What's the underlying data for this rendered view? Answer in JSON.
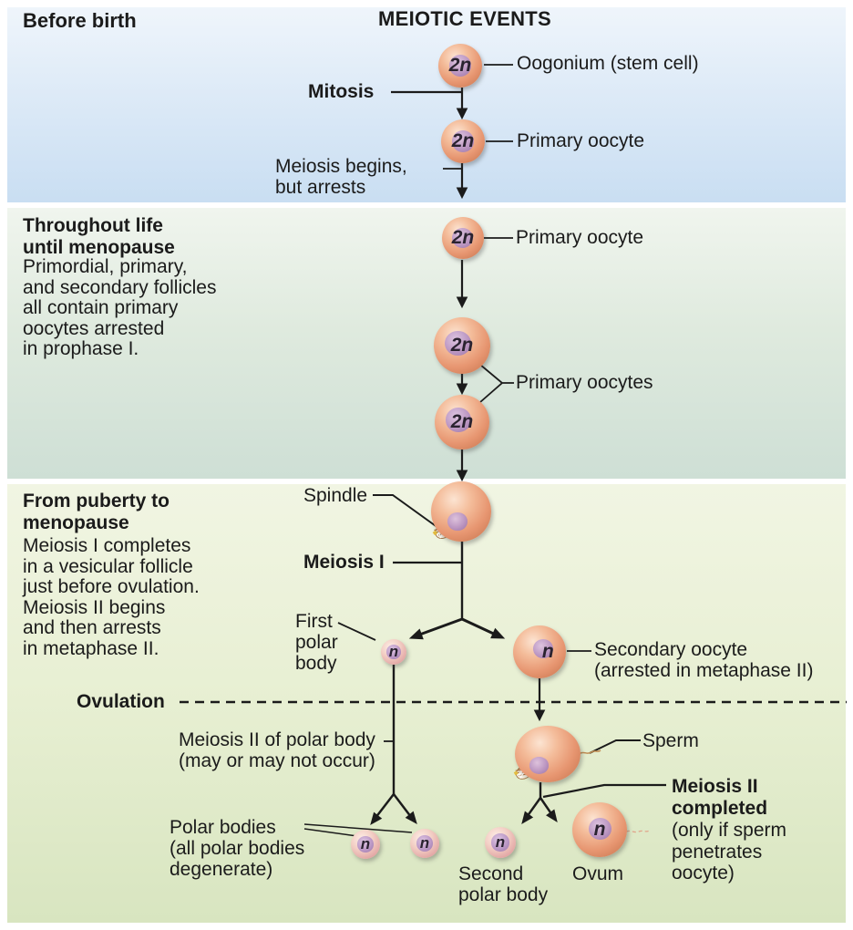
{
  "page": {
    "title": "MEIOTIC EVENTS"
  },
  "sections": {
    "before_birth": {
      "heading": "Before birth"
    },
    "throughout_life": {
      "heading": "Throughout life\nuntil menopause",
      "body": "Primordial, primary,\nand secondary follicles\nall contain primary\noocytes arrested\nin prophase I."
    },
    "puberty": {
      "heading": "From puberty to\nmenopause",
      "body": "Meiosis I completes\nin a vesicular follicle\njust before ovulation.\nMeiosis II begins\nand then arrests\nin metaphase II."
    }
  },
  "labels": {
    "oogonium": "Oogonium (stem cell)",
    "mitosis": "Mitosis",
    "primary_oocyte_1": "Primary oocyte",
    "meiosis_begins": "Meiosis begins,\nbut arrests",
    "primary_oocyte_2": "Primary oocyte",
    "primary_oocytes": "Primary oocytes",
    "spindle": "Spindle",
    "meiosis_1": "Meiosis I",
    "first_polar_body": "First\npolar\nbody",
    "secondary_oocyte": "Secondary oocyte\n(arrested in metaphase II)",
    "ovulation": "Ovulation",
    "meiosis_2_polar_body": "Meiosis II of polar body\n(may or may not occur)",
    "polar_bodies": "Polar bodies\n(all polar bodies\ndegenerate)",
    "sperm": "Sperm",
    "meiosis_2_completed": "Meiosis II\ncompleted",
    "meiosis_2_completed_note": "(only if sperm\npenetrates\noocyte)",
    "second_polar_body": "Second\npolar body",
    "ovum": "Ovum"
  },
  "cells": {
    "oogonium": "2n",
    "primary_oocyte_b": "2n",
    "primary_oocyte_c": "2n",
    "primary_oocyte_d": "2n",
    "primary_oocyte_e": "2n",
    "first_polar_body": "n",
    "secondary_oocyte": "n",
    "polar_body_1": "n",
    "polar_body_2": "n",
    "second_polar_body": "n",
    "ovum": "n"
  },
  "colors": {
    "section_before_birth": "#c9def2",
    "section_throughout_life": "#cedfd5",
    "section_puberty": "#d8e5c0",
    "cell_body": "#e79671",
    "nucleus": "#a987bd",
    "connector": "#1b1b1b"
  }
}
